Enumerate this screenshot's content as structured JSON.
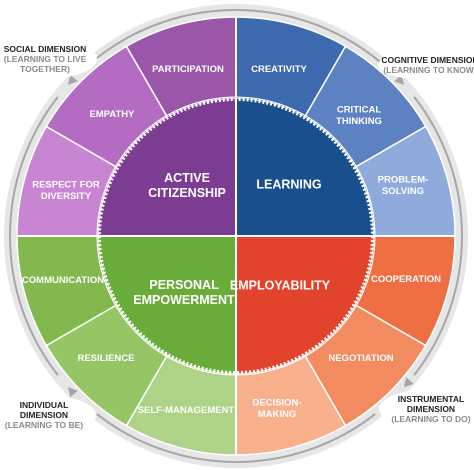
{
  "colors": {
    "purple": "#7b3c91",
    "blue": "#1a4f8e",
    "green": "#6aac3a",
    "red": "#e2432c",
    "outer_ring": "#e6e6e6",
    "arrow": "#a6a6a6"
  },
  "core": {
    "active_citizenship": [
      "ACTIVE",
      "CITIZENSHIP"
    ],
    "learning": [
      "LEARNING"
    ],
    "personal_empowerment": [
      "PERSONAL",
      "EMPOWERMENT"
    ],
    "employability": [
      "EMPLOYABILITY"
    ]
  },
  "segments": {
    "participation": [
      "PARTICIPATION"
    ],
    "empathy": [
      "EMPATHY"
    ],
    "respect_for_diversity": [
      "RESPECT FOR",
      "DIVERSITY"
    ],
    "creativity": [
      "CREATIVITY"
    ],
    "critical_thinking": [
      "CRITICAL",
      "THINKING"
    ],
    "problem_solving": [
      "PROBLEM-",
      "SOLVING"
    ],
    "communication": [
      "COMMUNICATION"
    ],
    "resilience": [
      "RESILIENCE"
    ],
    "self_management": [
      "SELF-MANAGEMENT"
    ],
    "cooperation": [
      "COOPERATION"
    ],
    "negotiation": [
      "NEGOTIATION"
    ],
    "decision_making": [
      "DECISION-",
      "MAKING"
    ]
  },
  "dimensions": {
    "social": {
      "title": [
        "SOCIAL DIMENSION"
      ],
      "subtitle": [
        "(LEARNING TO LIVE",
        "TOGETHER)"
      ]
    },
    "cognitive": {
      "title": [
        "COGNITIVE DIMENSION"
      ],
      "subtitle": [
        "(LEARNING TO KNOW)"
      ]
    },
    "individual": {
      "title": [
        "INDIVIDUAL",
        "DIMENSION"
      ],
      "subtitle": [
        "(LEARNING TO BE)"
      ]
    },
    "instrumental": {
      "title": [
        "INSTRUMENTAL",
        "DIMENSION"
      ],
      "subtitle": [
        "(LEARNING TO DO)"
      ]
    }
  }
}
